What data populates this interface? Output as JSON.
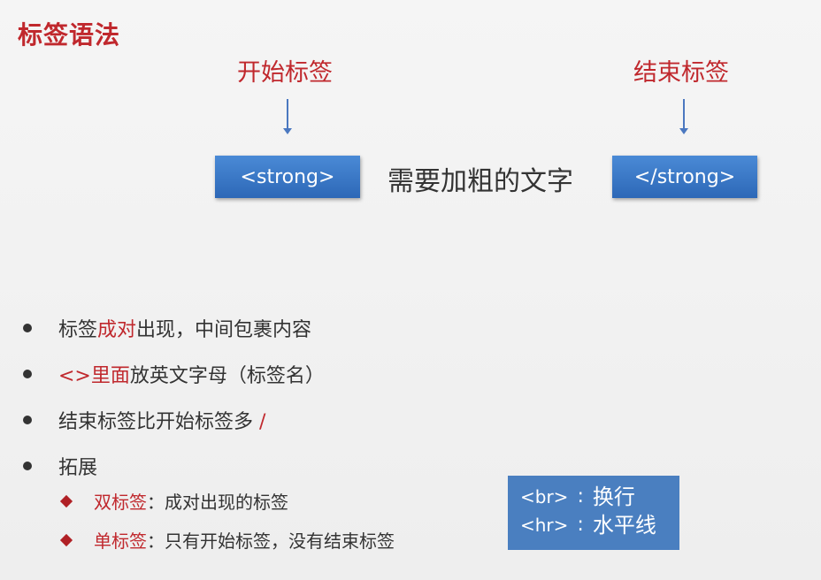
{
  "title": "标签语法",
  "diagram": {
    "open_label": "开始标签",
    "close_label": "结束标签",
    "open_tag": "<strong>",
    "close_tag": "</strong>",
    "content": "需要加粗的文字"
  },
  "bullets": [
    {
      "parts": [
        "标签",
        "成对",
        "出现，中间包裹内容"
      ]
    },
    {
      "parts": [
        "<>",
        "里面",
        "放英文字母（标签名）"
      ]
    },
    {
      "parts": [
        "结束标签比开始标签多 ",
        "/"
      ]
    },
    {
      "parts": [
        "拓展"
      ]
    }
  ],
  "subs": [
    {
      "term": "双标签",
      "desc": "：成对出现的标签"
    },
    {
      "term": "单标签",
      "desc": "：只有开始标签，没有结束标签"
    }
  ],
  "info_box": {
    "lines": [
      {
        "key": "<br>",
        "sep": ":",
        "value": "换行"
      },
      {
        "key": "<hr>",
        "sep": ":",
        "value": "水平线"
      }
    ]
  },
  "colors": {
    "accent_red": "#c0282d",
    "tag_blue": "#2d68b7",
    "info_blue": "#4a7fc0"
  }
}
